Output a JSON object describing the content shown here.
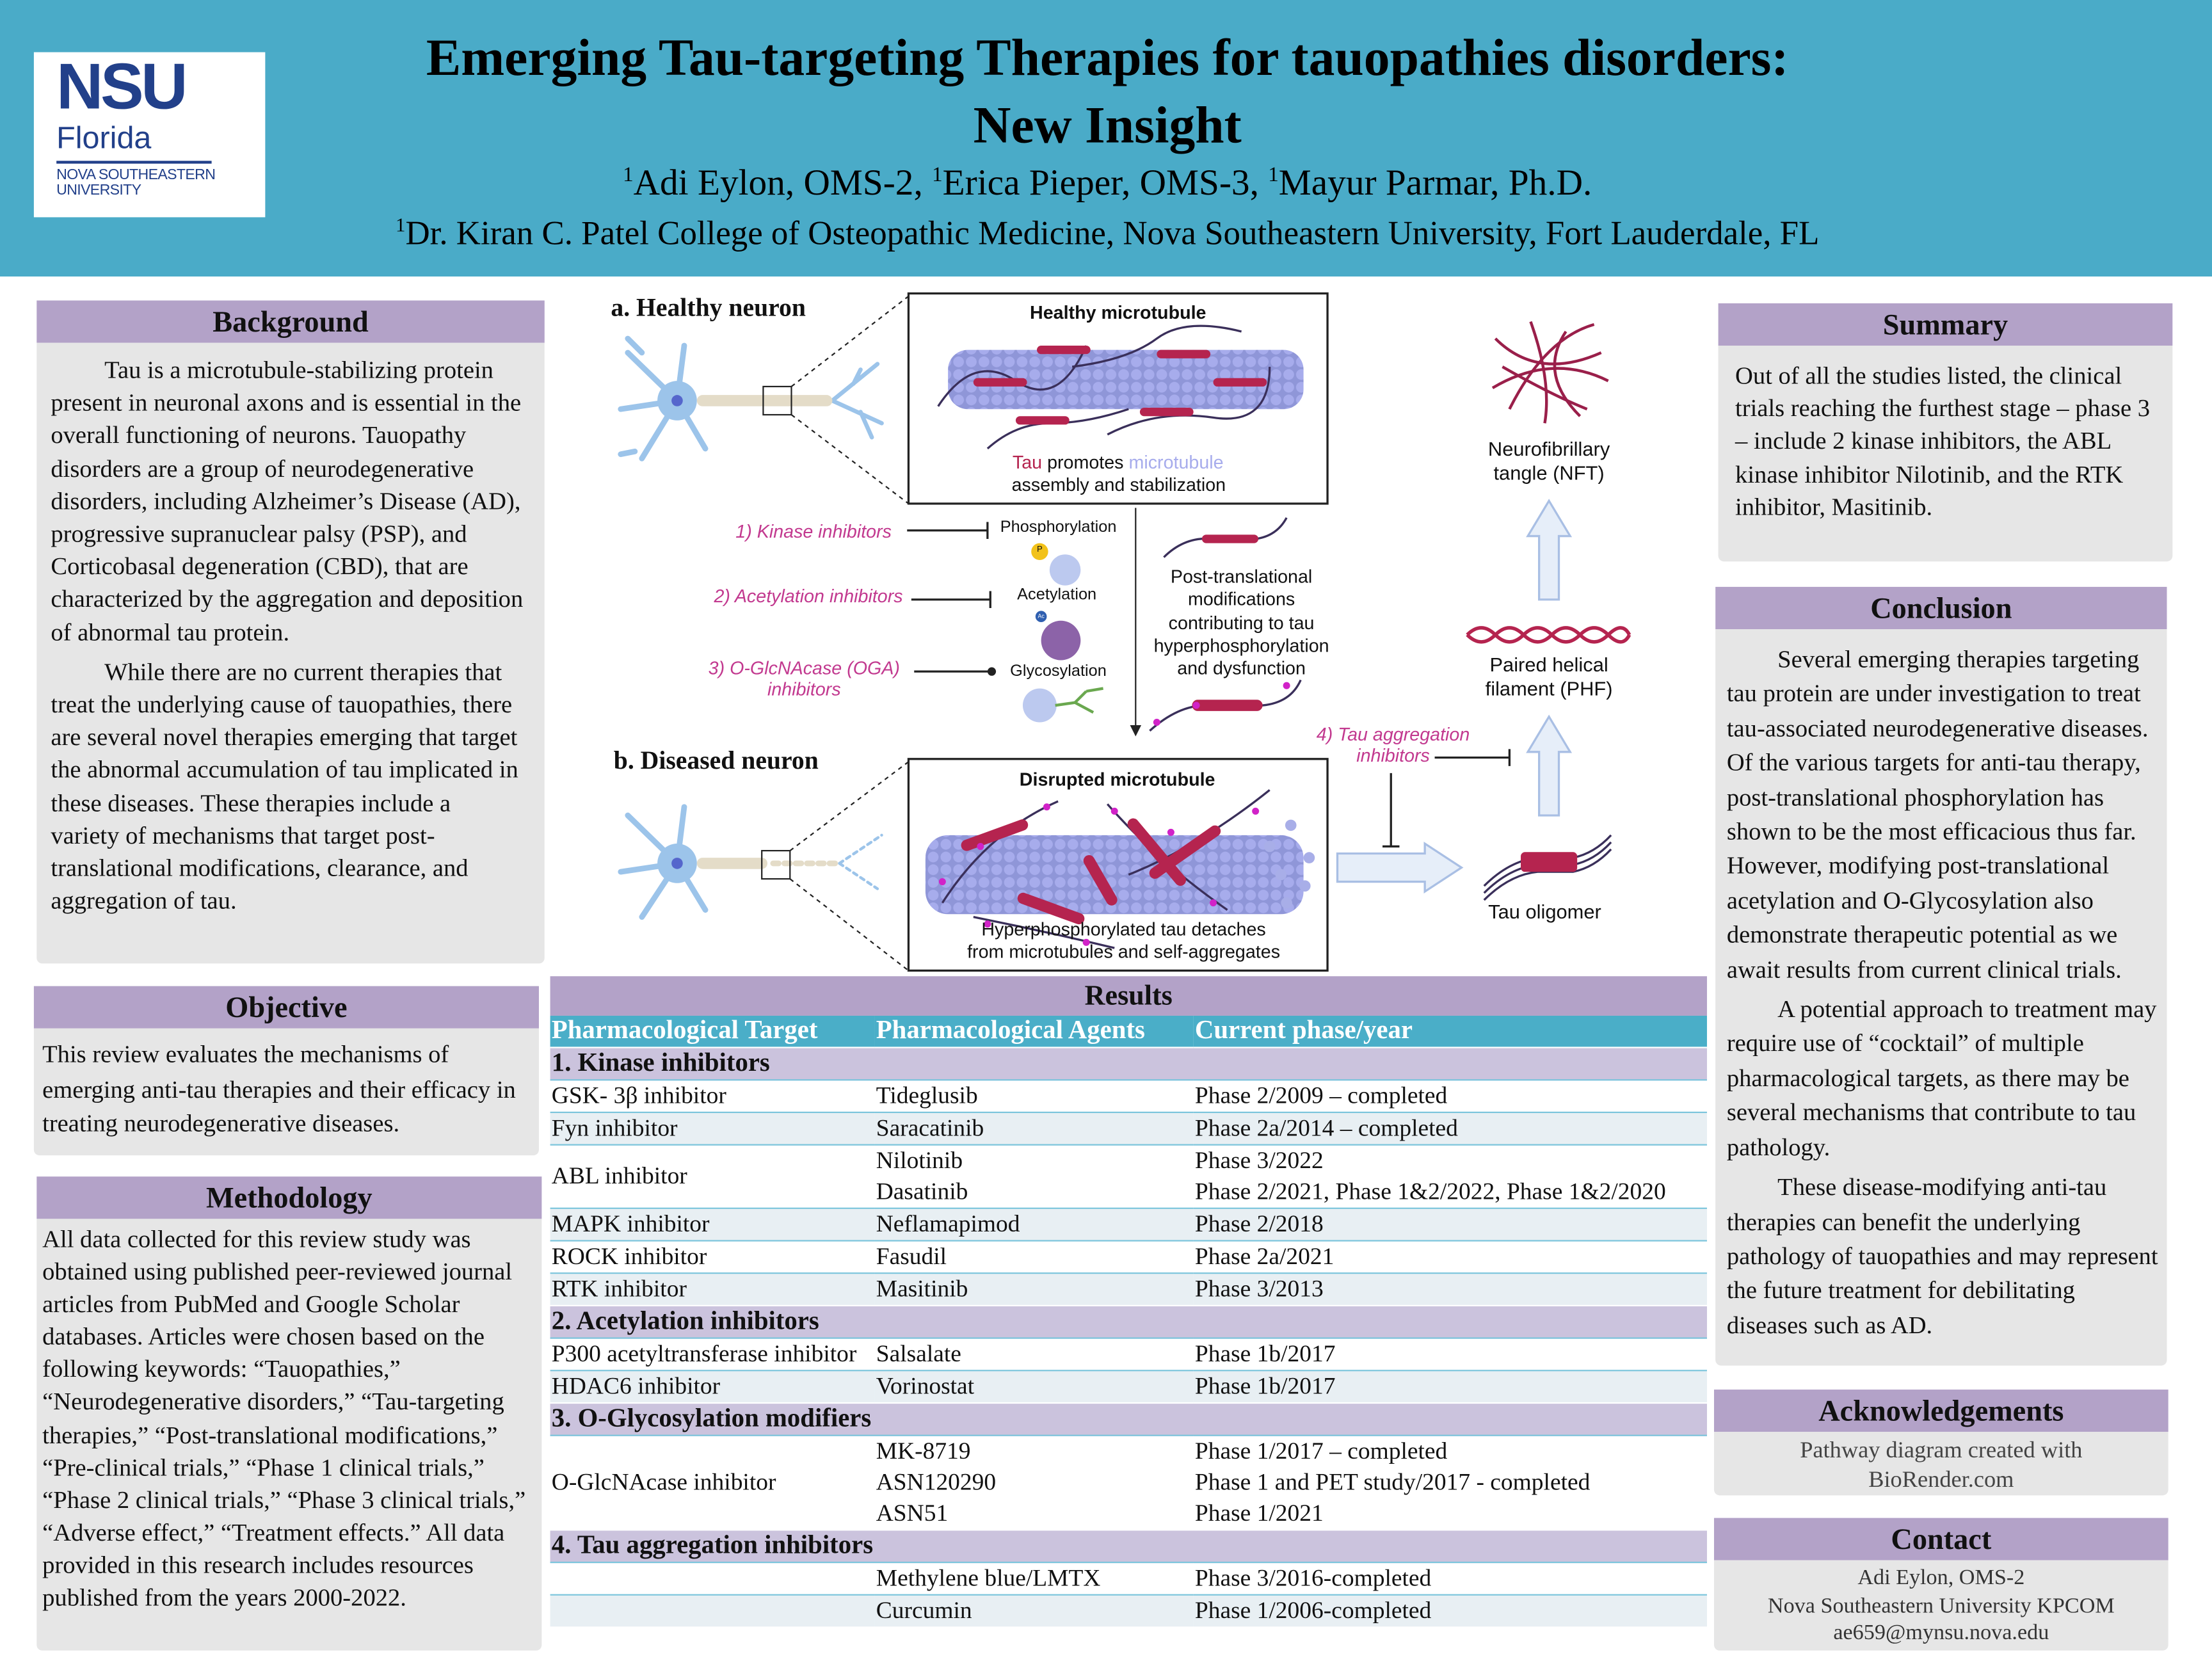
{
  "header": {
    "title_line1": "Emerging Tau-targeting Therapies for tauopathies disorders:",
    "title_line2": "New Insight",
    "authors": [
      {
        "sup": "1",
        "name": "Adi Eylon, OMS-2, "
      },
      {
        "sup": "1",
        "name": "Erica Pieper, OMS-3, "
      },
      {
        "sup": "1",
        "name": "Mayur Parmar, Ph.D."
      }
    ],
    "affiliation_sup": "1",
    "affiliation": "Dr. Kiran C. Patel College of Osteopathic Medicine, Nova Southeastern University, Fort Lauderdale, FL",
    "logo": {
      "main": "NSU",
      "sub": "Florida",
      "line1": "NOVA SOUTHEASTERN",
      "line2": "UNIVERSITY",
      "color": "#22408a"
    }
  },
  "colors": {
    "header_bg": "#4aabc8",
    "section_head": "#b3a2c8",
    "section_body": "#e6e6e6",
    "accent_pink": "#c2398f"
  },
  "background": {
    "heading": "Background",
    "paragraphs": [
      "Tau is a microtubule-stabilizing protein present in neuronal axons and is essential in the overall functioning of neurons. Tauopathy disorders are a group of neurodegenerative disorders, including Alzheimer’s Disease (AD), progressive supranuclear palsy (PSP), and Corticobasal degeneration (CBD), that are characterized by the aggregation and deposition of abnormal tau protein.",
      "While there are no current therapies that treat the underlying cause of tauopathies, there are several novel therapies emerging that target the abnormal accumulation of tau implicated in these diseases. These therapies include a variety of mechanisms that target post-translational modifications, clearance, and aggregation of tau."
    ]
  },
  "objective": {
    "heading": "Objective",
    "text": "This review evaluates the mechanisms of emerging anti-tau therapies and their efficacy in treating neurodegenerative diseases."
  },
  "methodology": {
    "heading": "Methodology",
    "text": "All data collected for this review study was obtained using published peer-reviewed journal articles from PubMed and Google Scholar databases. Articles were chosen based on the following keywords: “Tauopathies,” “Neurodegenerative disorders,” “Tau-targeting therapies,” “Post-translational modifications,” “Pre-clinical trials,” “Phase 1 clinical trials,” “Phase 2 clinical trials,” “Phase 3 clinical trials,” “Adverse effect,” “Treatment effects.” All data provided in this research includes resources published from the years 2000-2022."
  },
  "diagram": {
    "healthy_label": "a. Healthy neuron",
    "diseased_label": "b. Diseased neuron",
    "healthy_box_title": "Healthy microtubule",
    "healthy_caption_tau": "Tau",
    "healthy_caption_mid": " promotes ",
    "healthy_caption_mt": "microtubule",
    "healthy_caption_line2": "assembly and stabilization",
    "disrupted_box_title": "Disrupted microtubule",
    "disrupted_caption_line1": "Hyperphosphorylated tau detaches",
    "disrupted_caption_line2": "from microtubules and self-aggregates",
    "inhibitor1": "1) Kinase inhibitors",
    "inhibitor2": "2) Acetylation inhibitors",
    "inhibitor3_line1": "3)  O-GlcNAcase (OGA)",
    "inhibitor3_line2": "inhibitors",
    "inhibitor4_line1": "4) Tau aggregation",
    "inhibitor4_line2": "inhibitors",
    "phosphorylation": "Phosphorylation",
    "acetylation": "Acetylation",
    "glycosylation": "Glycosylation",
    "p_badge": "P",
    "ac_badge": "Ac",
    "ptm_text": [
      "Post-translational",
      "modifications",
      "contributing to tau",
      "hyperphosphorylation",
      "and dysfunction"
    ],
    "nft_label": [
      "Neurofibrillary",
      "tangle (NFT)"
    ],
    "phf_label": [
      "Paired helical",
      "filament (PHF)"
    ],
    "oligomer_label": "Tau oligomer"
  },
  "results": {
    "heading": "Results",
    "columns": [
      "Pharmacological Target",
      "Pharmacological Agents",
      "Current phase/year"
    ],
    "sections": [
      {
        "title": "1. Kinase inhibitors",
        "rows": [
          {
            "target": "GSK- 3β inhibitor",
            "agents": [
              "Tideglusib"
            ],
            "phases": [
              "Phase 2/2009 – completed"
            ]
          },
          {
            "target": "Fyn inhibitor",
            "agents": [
              "Saracatinib"
            ],
            "phases": [
              "Phase 2a/2014 – completed"
            ]
          },
          {
            "target": "ABL inhibitor",
            "agents": [
              "Nilotinib",
              "Dasatinib"
            ],
            "phases": [
              "Phase 3/2022",
              "Phase 2/2021, Phase 1&2/2022, Phase 1&2/2020"
            ]
          },
          {
            "target": "MAPK inhibitor",
            "agents": [
              "Neflamapimod"
            ],
            "phases": [
              "Phase 2/2018"
            ]
          },
          {
            "target": "ROCK inhibitor",
            "agents": [
              "Fasudil"
            ],
            "phases": [
              "Phase 2a/2021"
            ]
          },
          {
            "target": "RTK inhibitor",
            "agents": [
              "Masitinib"
            ],
            "phases": [
              "Phase 3/2013"
            ]
          }
        ]
      },
      {
        "title": "2. Acetylation inhibitors",
        "rows": [
          {
            "target": "P300 acetyltransferase inhibitor",
            "agents": [
              "Salsalate"
            ],
            "phases": [
              "Phase 1b/2017"
            ],
            "top": true
          },
          {
            "target": "HDAC6 inhibitor",
            "agents": [
              "Vorinostat"
            ],
            "phases": [
              "Phase 1b/2017"
            ]
          }
        ]
      },
      {
        "title": "3. O-Glycosylation modifiers",
        "rows": [
          {
            "target": "O-GlcNAcase inhibitor",
            "agents": [
              "MK-8719",
              "ASN120290",
              "ASN51"
            ],
            "phases": [
              "Phase 1/2017 – completed",
              "Phase 1 and PET study/2017 - completed",
              "Phase 1/2021"
            ]
          }
        ]
      },
      {
        "title": "4. Tau aggregation inhibitors",
        "rows": [
          {
            "target": "",
            "agents": [
              "Methylene blue/LMTX"
            ],
            "phases": [
              "Phase 3/2016-completed"
            ]
          },
          {
            "target": "",
            "agents": [
              "Curcumin"
            ],
            "phases": [
              "Phase 1/2006-completed"
            ]
          }
        ]
      }
    ]
  },
  "summary": {
    "heading": "Summary",
    "text": "Out of all the studies listed, the clinical trials reaching the furthest stage – phase 3 – include 2 kinase inhibitors, the ABL kinase inhibitor Nilotinib, and the RTK inhibitor, Masitinib."
  },
  "conclusion": {
    "heading": "Conclusion",
    "paragraphs": [
      "Several emerging therapies targeting tau protein are under investigation to treat tau-associated neurodegenerative diseases. Of the various targets for anti-tau therapy, post-translational phosphorylation has shown to be the most efficacious thus far. However, modifying post-translational acetylation and O-Glycosylation also demonstrate therapeutic potential as we await results from current clinical trials.",
      "A potential approach to treatment may require use of  “cocktail” of multiple pharmacological targets, as there may be several mechanisms that contribute to tau pathology.",
      "These disease-modifying anti-tau therapies can benefit the underlying pathology of tauopathies and may represent the future treatment for debilitating diseases such as AD."
    ]
  },
  "acknowledgements": {
    "heading": "Acknowledgements",
    "lines": [
      "Pathway diagram created with",
      "BioRender.com"
    ]
  },
  "contact": {
    "heading": "Contact",
    "lines": [
      "Adi Eylon, OMS-2",
      "Nova Southeastern University KPCOM",
      "ae659@mynsu.nova.edu"
    ]
  }
}
